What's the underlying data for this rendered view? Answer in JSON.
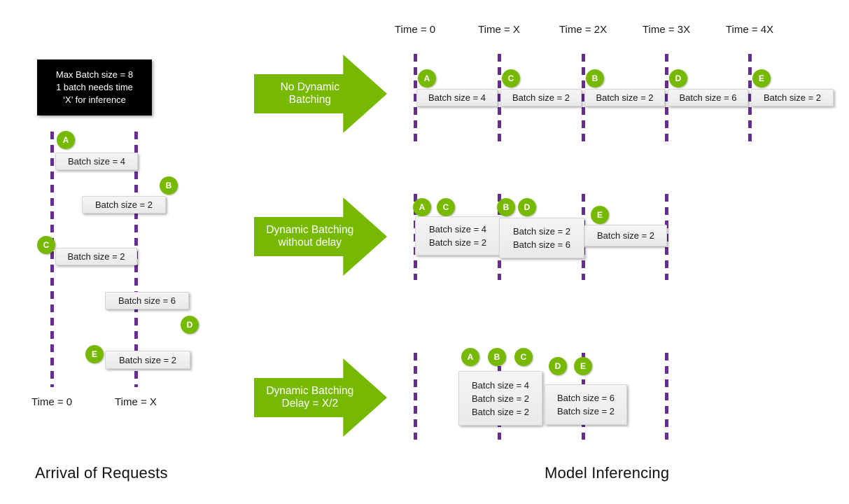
{
  "colors": {
    "green": "#76b900",
    "purple": "#662d91",
    "batch_box_bg": "#efefef",
    "info_box_bg": "#000000"
  },
  "info_box": {
    "line1": "Max Batch size = 8",
    "line2": "1 batch needs time",
    "line3": "‘X’ for inference"
  },
  "captions": {
    "left": "Arrival of Requests",
    "right": "Model Inferencing"
  },
  "left_timeline": {
    "time_labels": {
      "t0": "Time = 0",
      "tx": "Time = X"
    },
    "requests": {
      "a": {
        "id": "A",
        "label": "Batch size = 4"
      },
      "b": {
        "id": "B",
        "label": "Batch size = 2"
      },
      "c": {
        "id": "C",
        "label": "Batch size = 2"
      },
      "d": {
        "id": "D",
        "label": "Batch size = 6"
      },
      "e": {
        "id": "E",
        "label": "Batch size = 2"
      }
    }
  },
  "right_panel": {
    "time_labels": [
      "Time = 0",
      "Time = X",
      "Time = 2X",
      "Time = 3X",
      "Time = 4X"
    ],
    "rows": [
      {
        "arrow": [
          "No Dynamic",
          "Batching"
        ],
        "batches": [
          {
            "ids": [
              "A"
            ],
            "lines": [
              "Batch size = 4"
            ]
          },
          {
            "ids": [
              "C"
            ],
            "lines": [
              "Batch size = 2"
            ]
          },
          {
            "ids": [
              "B"
            ],
            "lines": [
              "Batch size = 2"
            ]
          },
          {
            "ids": [
              "D"
            ],
            "lines": [
              "Batch size = 6"
            ]
          },
          {
            "ids": [
              "E"
            ],
            "lines": [
              "Batch size = 2"
            ]
          }
        ]
      },
      {
        "arrow": [
          "Dynamic Batching",
          "without delay"
        ],
        "batches": [
          {
            "ids": [
              "A",
              "C"
            ],
            "lines": [
              "Batch size = 4",
              "Batch size = 2"
            ]
          },
          {
            "ids": [
              "B",
              "D"
            ],
            "lines": [
              "Batch size = 2",
              "Batch size = 6"
            ]
          },
          {
            "ids": [
              "E"
            ],
            "lines": [
              "Batch size = 2"
            ]
          }
        ]
      },
      {
        "arrow": [
          "Dynamic Batching",
          "Delay = X/2"
        ],
        "batches": [
          {
            "ids": [
              "A",
              "B",
              "C"
            ],
            "lines": [
              "Batch size = 4",
              "Batch size = 2",
              "Batch size = 2"
            ]
          },
          {
            "ids": [
              "D",
              "E"
            ],
            "lines": [
              "Batch size = 6",
              "Batch size = 2"
            ]
          }
        ]
      }
    ]
  }
}
